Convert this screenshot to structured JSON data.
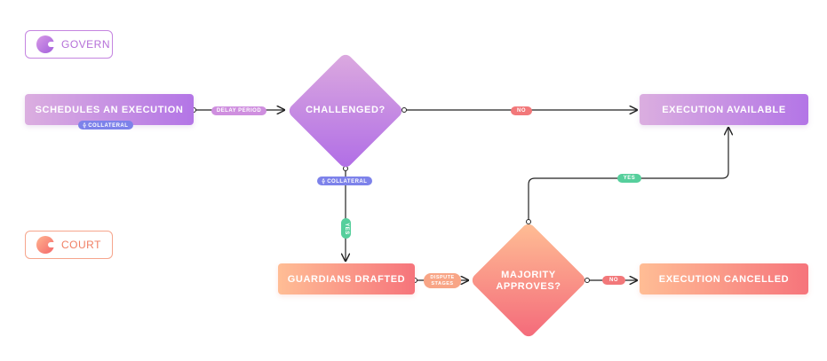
{
  "legend": {
    "govern_label": "GOVERN",
    "court_label": "COURT"
  },
  "nodes": {
    "schedules": "SCHEDULES AN EXECUTION",
    "challenged": "CHALLENGED?",
    "available": "EXECUTION AVAILABLE",
    "guardians": "GUARDIANS DRAFTED",
    "majority": "MAJORITY\nAPPROVES?",
    "cancelled": "EXECUTION CANCELLED"
  },
  "edge_labels": {
    "delay_period": "DELAY PERIOD",
    "collateral_1": "⟠ COLLATERAL",
    "collateral_2": "⟠ COLLATERAL",
    "no_1": "NO",
    "yes_1": "YES",
    "yes_2": "YES",
    "dispute_stages": "DISPUTE\nSTAGES",
    "no_2": "NO"
  },
  "colors": {
    "govern_accent": "#b56fd8",
    "court_accent": "#f07e62",
    "collateral": "#7d82ea",
    "yes": "#56cf9c",
    "no": "#f2787a"
  },
  "icons": {
    "govern_logo": "govern-logo-icon",
    "court_logo": "court-logo-icon"
  }
}
